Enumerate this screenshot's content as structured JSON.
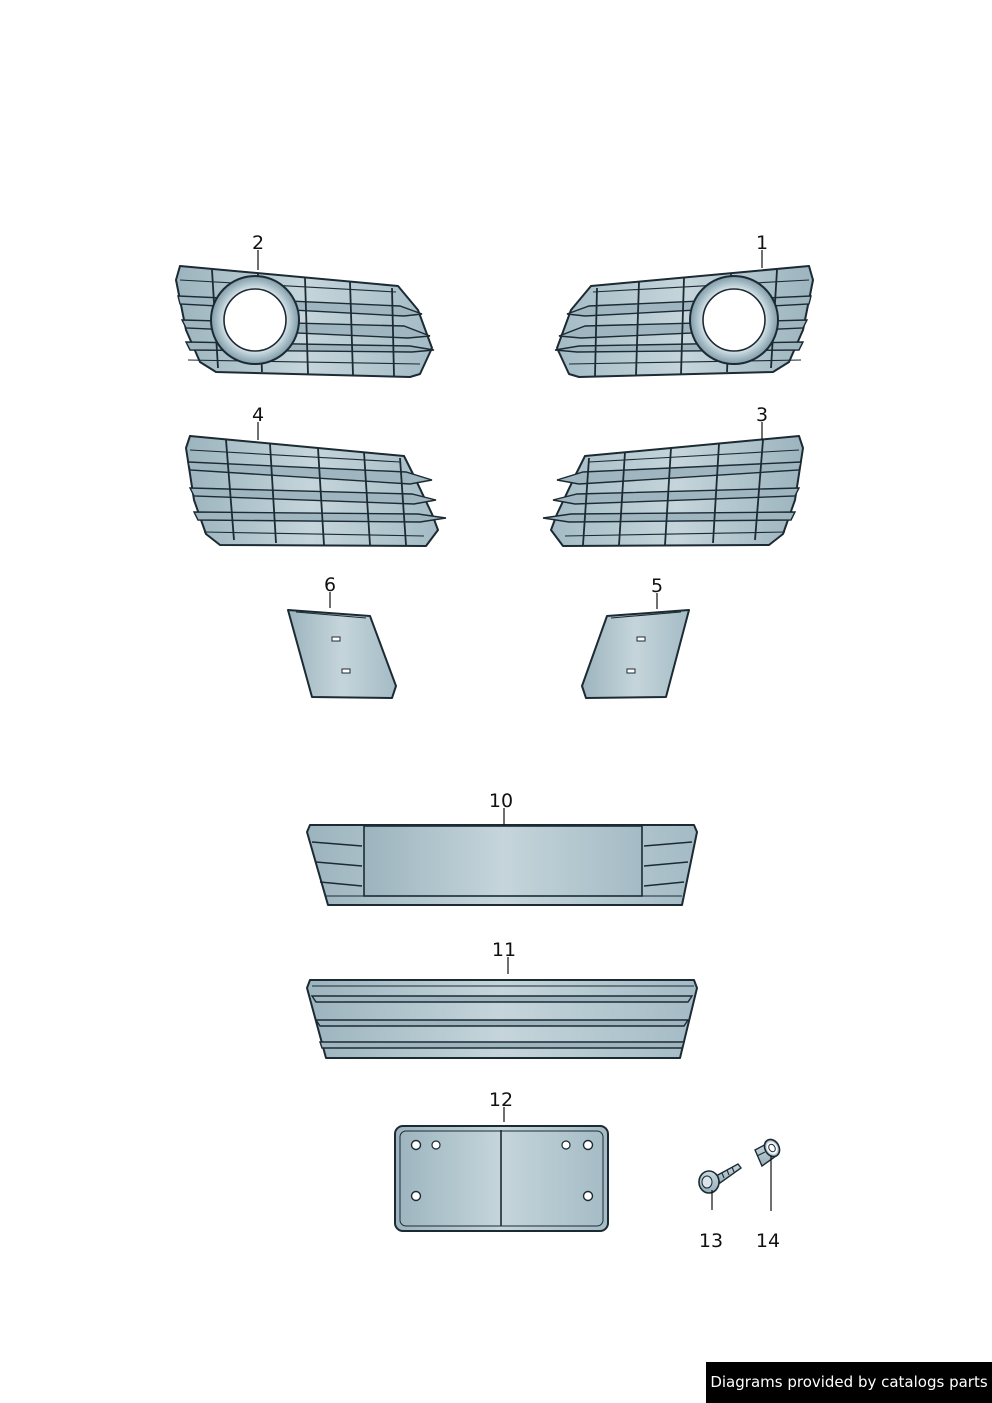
{
  "parts": [
    {
      "id": "p1",
      "label": "1"
    },
    {
      "id": "p2",
      "label": "2"
    },
    {
      "id": "p3",
      "label": "3"
    },
    {
      "id": "p4",
      "label": "4"
    },
    {
      "id": "p5",
      "label": "5"
    },
    {
      "id": "p6",
      "label": "6"
    },
    {
      "id": "p10",
      "label": "10"
    },
    {
      "id": "p11",
      "label": "11"
    },
    {
      "id": "p12",
      "label": "12"
    },
    {
      "id": "p13",
      "label": "13"
    },
    {
      "id": "p14",
      "label": "14"
    }
  ],
  "credit": "Diagrams provided by catalogs parts",
  "colors": {
    "part_light": "#c3d3d9",
    "part_mid": "#a9bfc8",
    "part_dark": "#8ea8b3",
    "outline": "#1c2a33",
    "credit_bg": "#000000"
  }
}
